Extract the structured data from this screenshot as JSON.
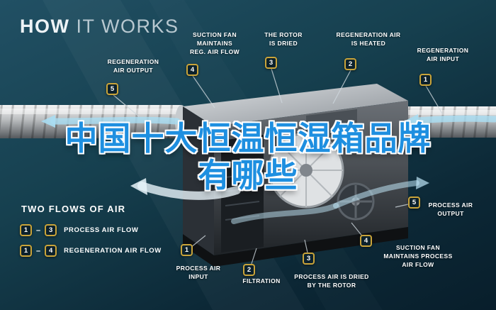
{
  "title": {
    "word_bold": "HOW",
    "word_light": "IT WORKS"
  },
  "overlay_text": {
    "line1": "中国十大恒温恒湿箱品牌",
    "line2": "有哪些"
  },
  "callouts": [
    {
      "badge": "5",
      "label": "REGENERATION\nAIR OUTPUT"
    },
    {
      "badge": "4",
      "label": "SUCTION FAN\nMAINTAINS\nREG. AIR FLOW"
    },
    {
      "badge": "3",
      "label": "THE ROTOR\nIS DRIED"
    },
    {
      "badge": "2",
      "label": "REGENERATION AIR\nIS HEATED"
    },
    {
      "badge": "1",
      "label": "REGENERATION\nAIR INPUT"
    },
    {
      "badge": "5",
      "label": "PROCESS AIR\nOUTPUT"
    },
    {
      "badge": "4",
      "label": "SUCTION FAN\nMAINTAINS PROCESS\nAIR FLOW"
    },
    {
      "badge": "3",
      "label": "PROCESS AIR IS DRIED\nBY THE ROTOR"
    },
    {
      "badge": "2",
      "label": "FILTRATION"
    },
    {
      "badge": "1",
      "label": "PROCESS AIR\nINPUT"
    }
  ],
  "legend": {
    "heading": "TWO FLOWS OF AIR",
    "separator": "–",
    "rows": [
      {
        "from": "1",
        "to": "3",
        "label": "PROCESS AIR FLOW"
      },
      {
        "from": "1",
        "to": "4",
        "label": "REGENERATION AIR FLOW"
      }
    ]
  },
  "colors": {
    "background_top": "#215064",
    "background_bottom": "#081e2b",
    "badge_border": "#c9a43a",
    "badge_background": "#0c212c",
    "overlay_text_blue": "#1e8fe0",
    "flow_arrow_blue": "#a9ddf2",
    "label_text": "#ffffff"
  }
}
